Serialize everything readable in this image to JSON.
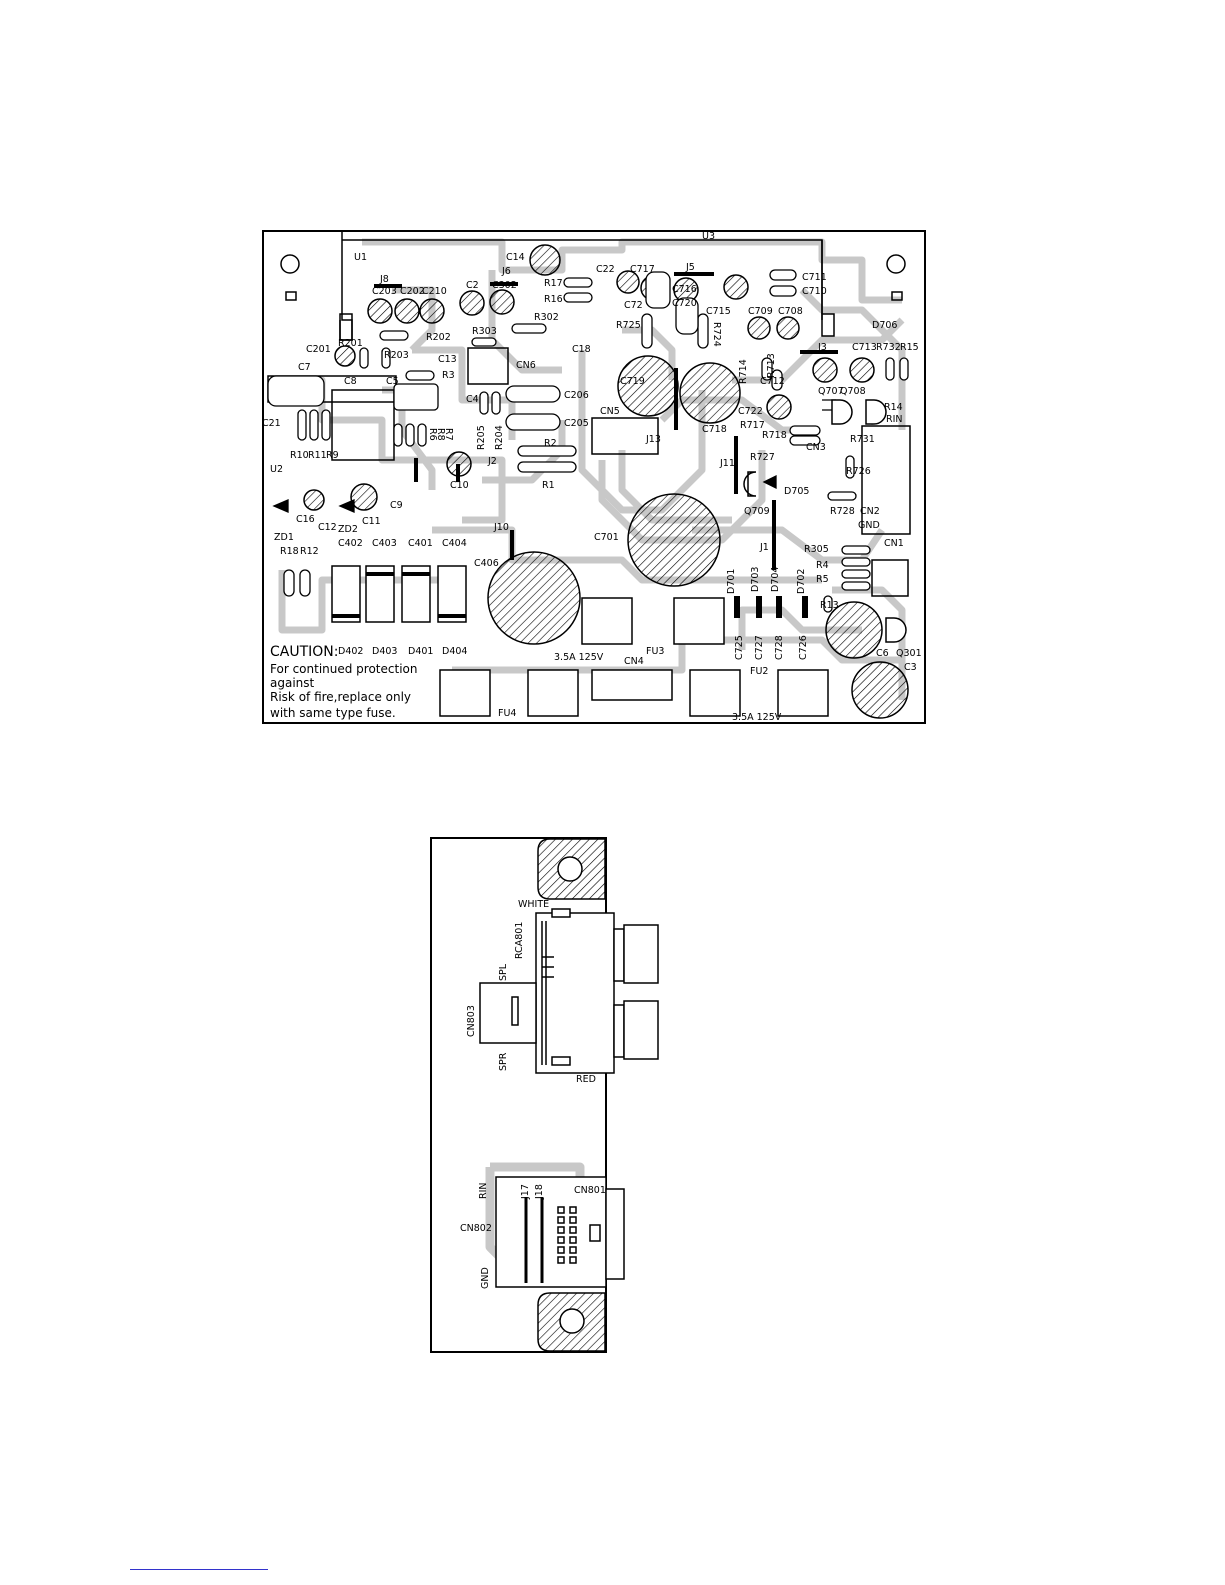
{
  "main_board": {
    "caution_lines": [
      "CAUTION:",
      "For continued protection",
      "against",
      "Risk of fire,replace only",
      "with same type fuse."
    ],
    "fuse_ratings": [
      "3.5A 125V",
      "3.5A 125V"
    ],
    "labels": {
      "U1": "U1",
      "U2": "U2",
      "U3": "U3",
      "J8": "J8",
      "J6": "J6",
      "J5": "J5",
      "J3": "J3",
      "J2": "J2",
      "J1": "J1",
      "J10": "J10",
      "J11": "J11",
      "J13": "J13",
      "C14": "C14",
      "C203": "C203",
      "C202": "C202",
      "C210": "C210",
      "C2": "C2",
      "C302": "C302",
      "R17": "R17",
      "R16": "R16",
      "C22": "C22",
      "C717": "C717",
      "C72": "C72",
      "C716": "C716",
      "C720": "C720",
      "C715": "C715",
      "C711": "C711",
      "C710": "C710",
      "C709": "C709",
      "C708": "C708",
      "D706": "D706",
      "R202": "R202",
      "R303": "R303",
      "R302": "R302",
      "R725": "R725",
      "R724": "R724",
      "C201": "C201",
      "R201": "R201",
      "R203": "R203",
      "C13": "C13",
      "R3": "R3",
      "C18": "C18",
      "CN6": "CN6",
      "C713": "C713",
      "R732": "R732",
      "R15": "R15",
      "C7": "C7",
      "C8": "C8",
      "C5": "C5",
      "C4": "C4",
      "C719": "C719",
      "R714": "R714",
      "R713": "R713",
      "C712": "C712",
      "Q707": "Q707",
      "Q708": "Q708",
      "R14": "R14",
      "RIN": "RIN",
      "C21": "C21",
      "R6": "R6",
      "R8": "R8",
      "R7": "R7",
      "R205": "R205",
      "R204": "R204",
      "C206": "C206",
      "C205": "C205",
      "CN5": "CN5",
      "C718": "C718",
      "C722": "C722",
      "R717": "R717",
      "R718": "R718",
      "R731": "R731",
      "CN3": "CN3",
      "R10": "R10",
      "R11": "R11",
      "R9": "R9",
      "R2": "R2",
      "R1": "R1",
      "C10": "C10",
      "R727": "R727",
      "R726": "R726",
      "D705": "D705",
      "Q709": "Q709",
      "R728": "R728",
      "CN2": "CN2",
      "GND": "GND",
      "C16": "C16",
      "C12": "C12",
      "ZD2": "ZD2",
      "C11": "C11",
      "C9": "C9",
      "ZD1": "ZD1",
      "C701": "C701",
      "R18": "R18",
      "R12": "R12",
      "C402": "C402",
      "C403": "C403",
      "C401": "C401",
      "C404": "C404",
      "C406": "C406",
      "R305": "R305",
      "R4": "R4",
      "R5": "R5",
      "R13": "R13",
      "CN1": "CN1",
      "D701": "D701",
      "D703": "D703",
      "D704": "D704",
      "D702": "D702",
      "D402": "D402",
      "D403": "D403",
      "D401": "D401",
      "D404": "D404",
      "C725": "C725",
      "C727": "C727",
      "C728": "C728",
      "C726": "C726",
      "C6": "C6",
      "Q301": "Q301",
      "C3": "C3",
      "FU3": "FU3",
      "CN4": "CN4",
      "FU2": "FU2",
      "FU4": "FU4"
    }
  },
  "jack_board": {
    "labels": {
      "WHITE": "WHITE",
      "RCA801": "RCA801",
      "SPL": "SPL",
      "CN803": "CN803",
      "SPR": "SPR",
      "RED": "RED",
      "RIN": "RIN",
      "J17": "J17",
      "J18": "J18",
      "CN801": "CN801",
      "CN802": "CN802",
      "GND": "GND"
    }
  },
  "colors": {
    "ink": "#000000",
    "trace": "#c8c8c8",
    "paper": "#ffffff",
    "footer_rule": "#3333cc"
  }
}
